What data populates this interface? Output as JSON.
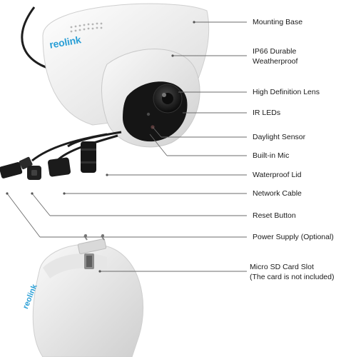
{
  "brand": "reolink",
  "callouts": [
    {
      "id": "mounting-base",
      "label": "Mounting Base"
    },
    {
      "id": "ip66",
      "label": "IP66 Durable",
      "label2": "Weatherproof"
    },
    {
      "id": "hd-lens",
      "label": "High Definition Lens"
    },
    {
      "id": "ir-leds",
      "label": "IR LEDs"
    },
    {
      "id": "daylight-sensor",
      "label": "Daylight Sensor"
    },
    {
      "id": "mic",
      "label": "Built-in Mic"
    },
    {
      "id": "waterproof-lid",
      "label": "Waterproof Lid"
    },
    {
      "id": "network-cable",
      "label": "Network Cable"
    },
    {
      "id": "reset-button",
      "label": "Reset Button"
    },
    {
      "id": "power-supply",
      "label": "Power Supply (Optional)"
    },
    {
      "id": "sd-card",
      "label": "Micro SD Card Slot",
      "label2": "(The card is not included)"
    }
  ],
  "colors": {
    "brand": "#2a9fd6",
    "leader": "#6b6b6b",
    "shell": "#f1f1f1",
    "lens_face": "#151515"
  }
}
